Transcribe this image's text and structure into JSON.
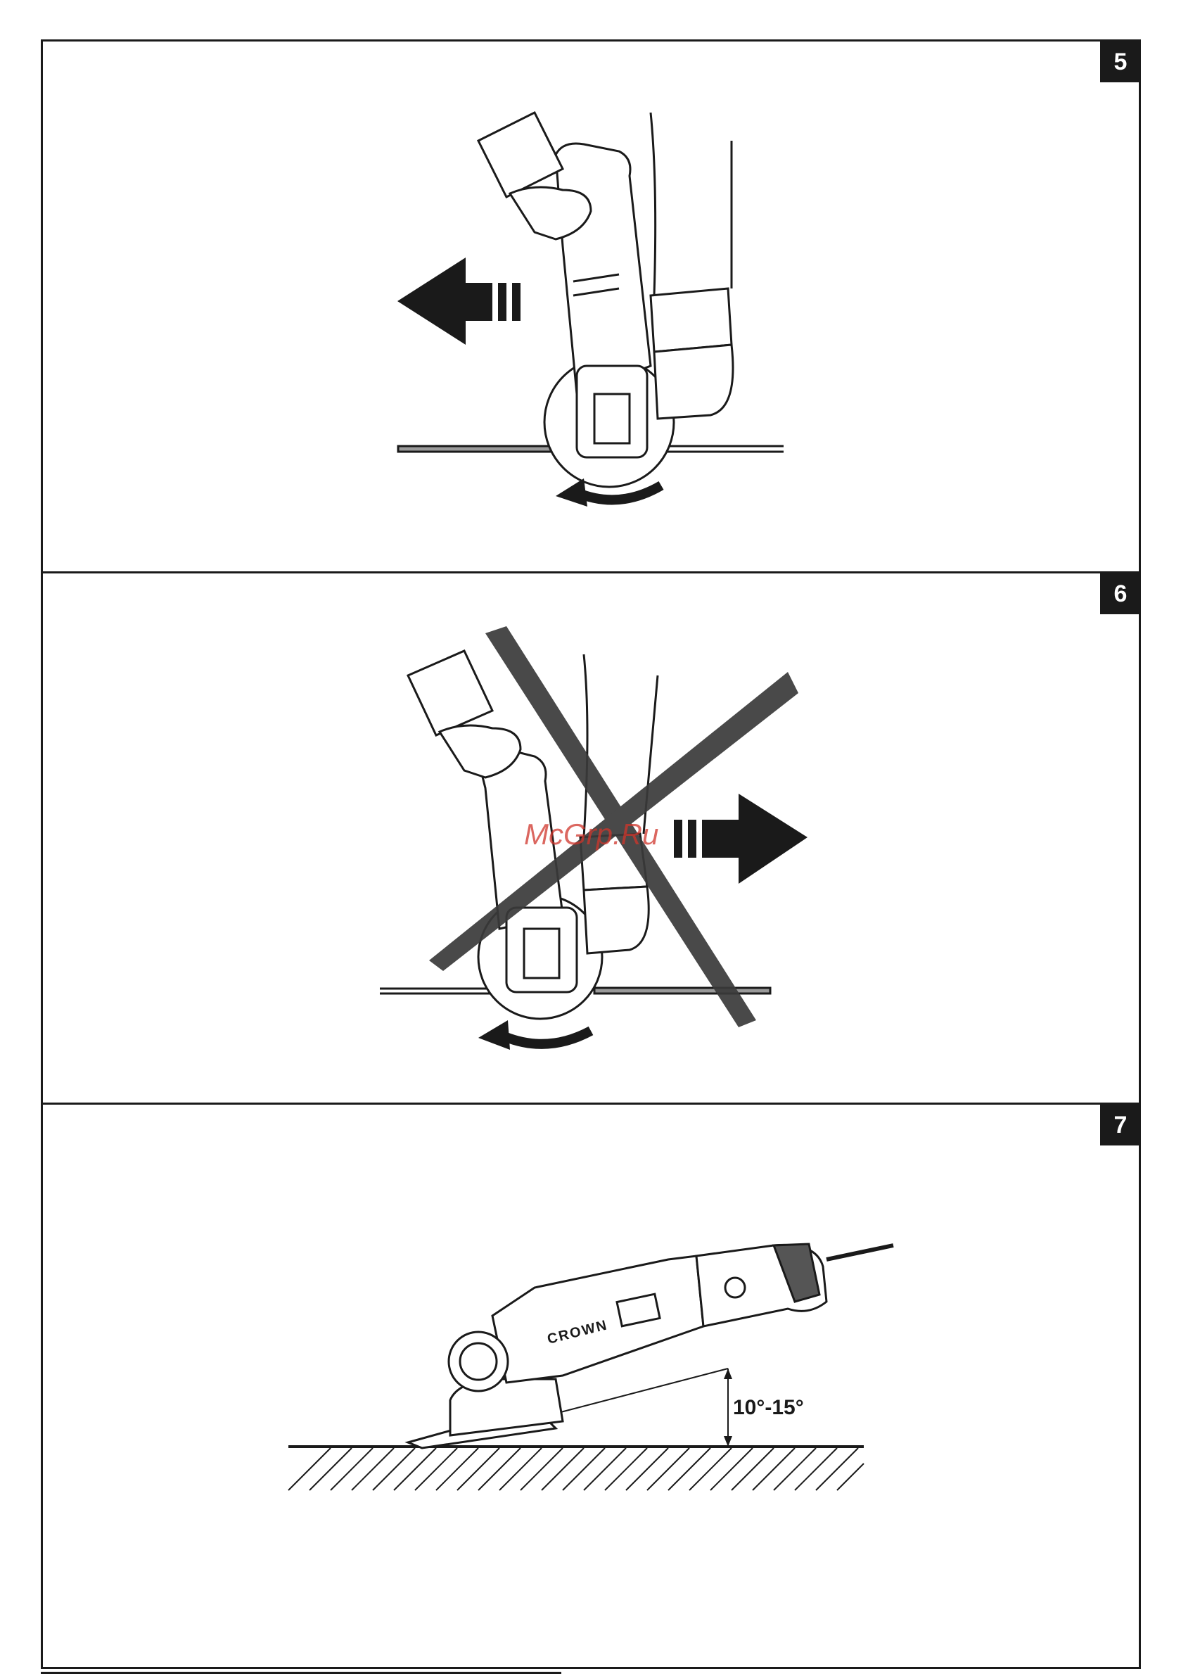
{
  "figures": [
    {
      "number": "5",
      "description_id": "correct-direction"
    },
    {
      "number": "6",
      "description_id": "wrong-direction"
    },
    {
      "number": "7",
      "angle_label": "10°-15°",
      "brand_label": "CROWN"
    }
  ],
  "watermark": "McGrp.Ru",
  "colors": {
    "ink": "#1a1a1a",
    "watermark": "#d0352b",
    "cross": "#3a3a3a"
  }
}
